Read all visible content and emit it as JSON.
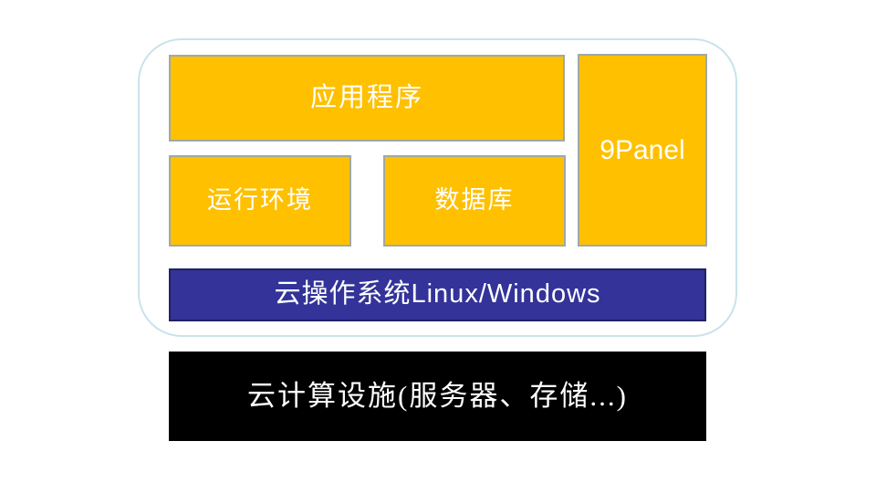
{
  "colors": {
    "box_fill": "#FFC000",
    "box_border": "#9FA9A2",
    "container_border": "#C9E3EB",
    "os_fill": "#333399",
    "os_border": "#1F2361",
    "infra_fill": "#000000",
    "label_text": "#FFFFFF"
  },
  "diagram": {
    "platform": {
      "application_label": "应用程序",
      "runtime_label": "运行环境",
      "database_label": "数据库",
      "panel_label": "9Panel",
      "cloud_os_label": "云操作系统Linux/Windows"
    },
    "infrastructure_label": "云计算设施(服务器、存储...)"
  }
}
